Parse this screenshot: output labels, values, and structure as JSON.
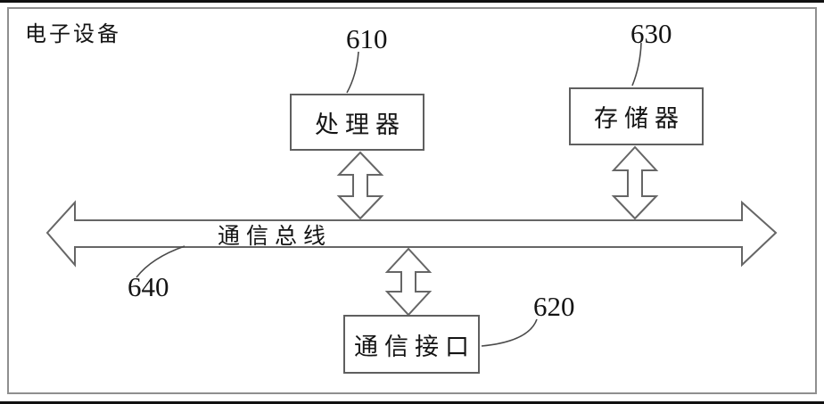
{
  "diagram": {
    "title": "电子设备",
    "bus": {
      "label": "通信总线",
      "ref": "640"
    },
    "nodes": {
      "processor": {
        "label": "处理器",
        "ref": "610"
      },
      "memory": {
        "label": "存储器",
        "ref": "630"
      },
      "comm_interface": {
        "label": "通信接口",
        "ref": "620"
      }
    },
    "colors": {
      "line": "#666666",
      "text": "#141414",
      "frame": "#8f8f8f",
      "background": "#ffffff"
    }
  }
}
